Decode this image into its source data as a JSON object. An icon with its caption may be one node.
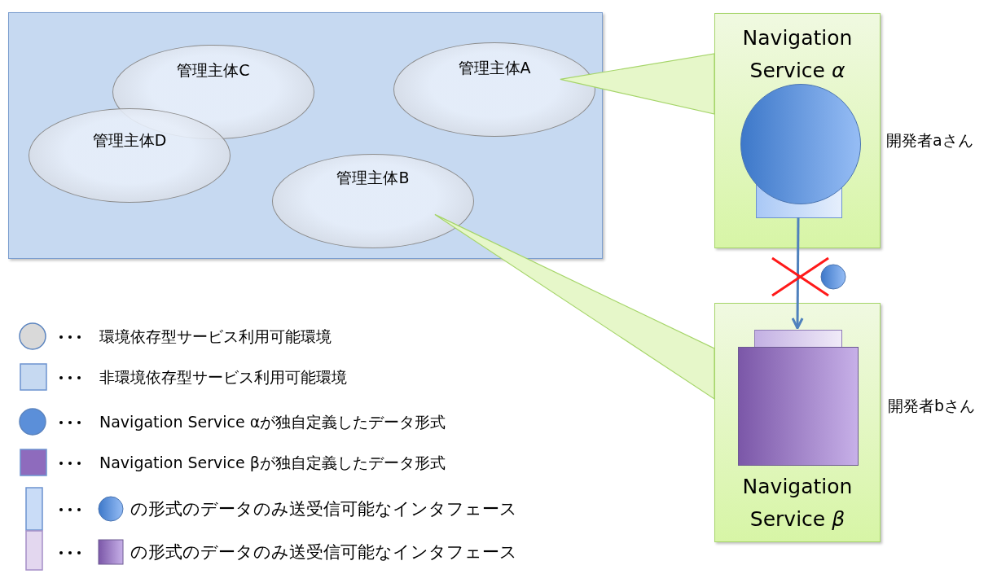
{
  "diagram": {
    "nodes": [
      {
        "text": [],
        "shape": "box"
      },
      {
        "text": [
          "管理主体C"
        ],
        "in": 0
      },
      {
        "text": [
          "管理主体D"
        ],
        "in": 0
      },
      {
        "text": [
          "管理主体A"
        ],
        "in": 0
      },
      {
        "text": [
          "管理主体B"
        ],
        "in": 0
      },
      {
        "text": [
          "Navigation Service *α*"
        ],
        "beside": [
          "開発者aさん"
        ]
      },
      {
        "text": [],
        "shape": "circle",
        "in": 5
      },
      {
        "text": [],
        "shape": "box",
        "in": 5
      },
      {
        "text": [
          "Navigation Service *β*"
        ],
        "beside": [
          "開発者bさん"
        ]
      },
      {
        "text": [],
        "shape": "box",
        "in": 8
      },
      {
        "text": [],
        "shape": "box",
        "in": 8
      }
    ],
    "edges": [
      {
        "from": 7,
        "to": 9,
        "arrow": "to"
      },
      {
        "from": 5,
        "to": 3,
        "arrow": "none"
      },
      {
        "from": 8,
        "to": 4,
        "arrow": "none"
      }
    ],
    "legend": [
      {
        "text": "環境依存型サービス利用可能環境",
        "color": "#d9d9d9"
      },
      {
        "text": "非環境依存型サービス利用可能環境",
        "color": "#c6d9f1"
      },
      {
        "text": "Navigation Service αが独自定義したデータ形式",
        "color": "#5b8fd9"
      },
      {
        "text": "Navigation Service βが独自定義したデータ形式",
        "color": "#8e6bbd"
      },
      {
        "text": "の形式のデータのみ送受信可能なインタフェース",
        "color": "#c9dcf7"
      },
      {
        "text": "の形式のデータのみ送受信可能なインタフェース",
        "color": "#e3d7ef"
      }
    ]
  }
}
